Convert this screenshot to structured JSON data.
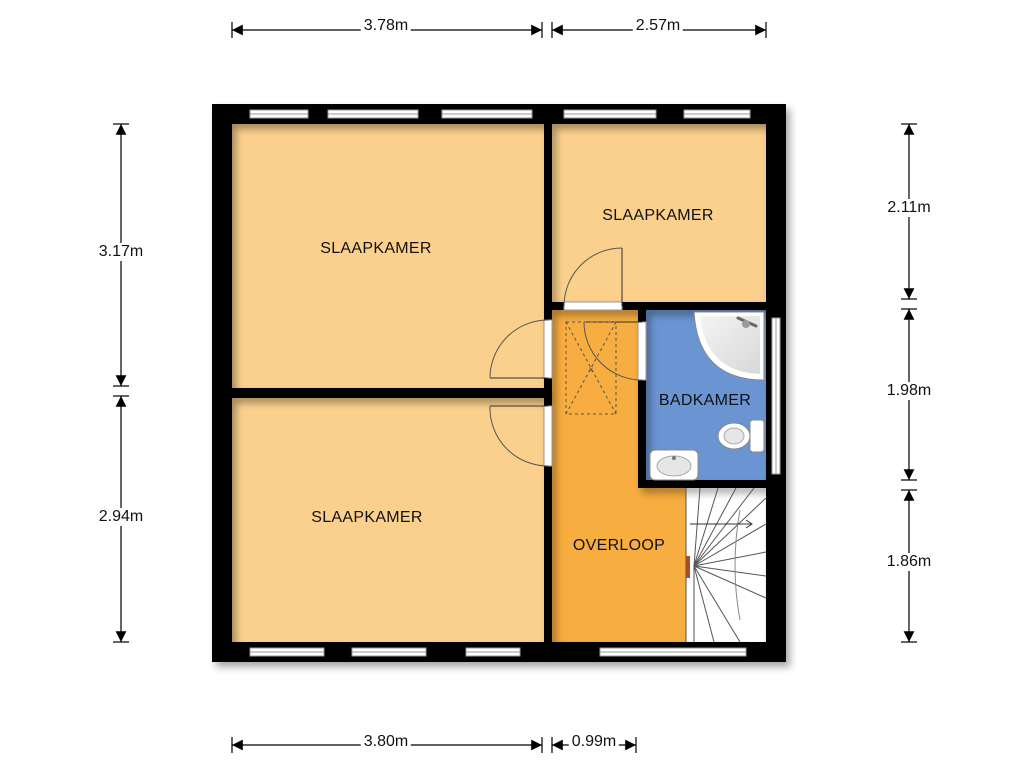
{
  "plan": {
    "colors": {
      "bedroom": "#fbd08c",
      "landing": "#f7ad3f",
      "bathroom": "#6a95d2",
      "wall": "#000000",
      "stairs": "#ffffff"
    },
    "rooms": {
      "bedroom_top_left": "SLAAPKAMER",
      "bedroom_top_right": "SLAAPKAMER",
      "bedroom_bottom_left": "SLAAPKAMER",
      "bathroom": "BADKAMER",
      "landing": "OVERLOOP"
    },
    "dimensions": {
      "top_left": "3.78m",
      "top_right": "2.57m",
      "bottom_left": "3.80m",
      "bottom_right": "0.99m",
      "left_upper": "3.17m",
      "left_lower": "2.94m",
      "right_upper": "2.11m",
      "right_middle": "1.98m",
      "right_lower": "1.86m"
    }
  }
}
